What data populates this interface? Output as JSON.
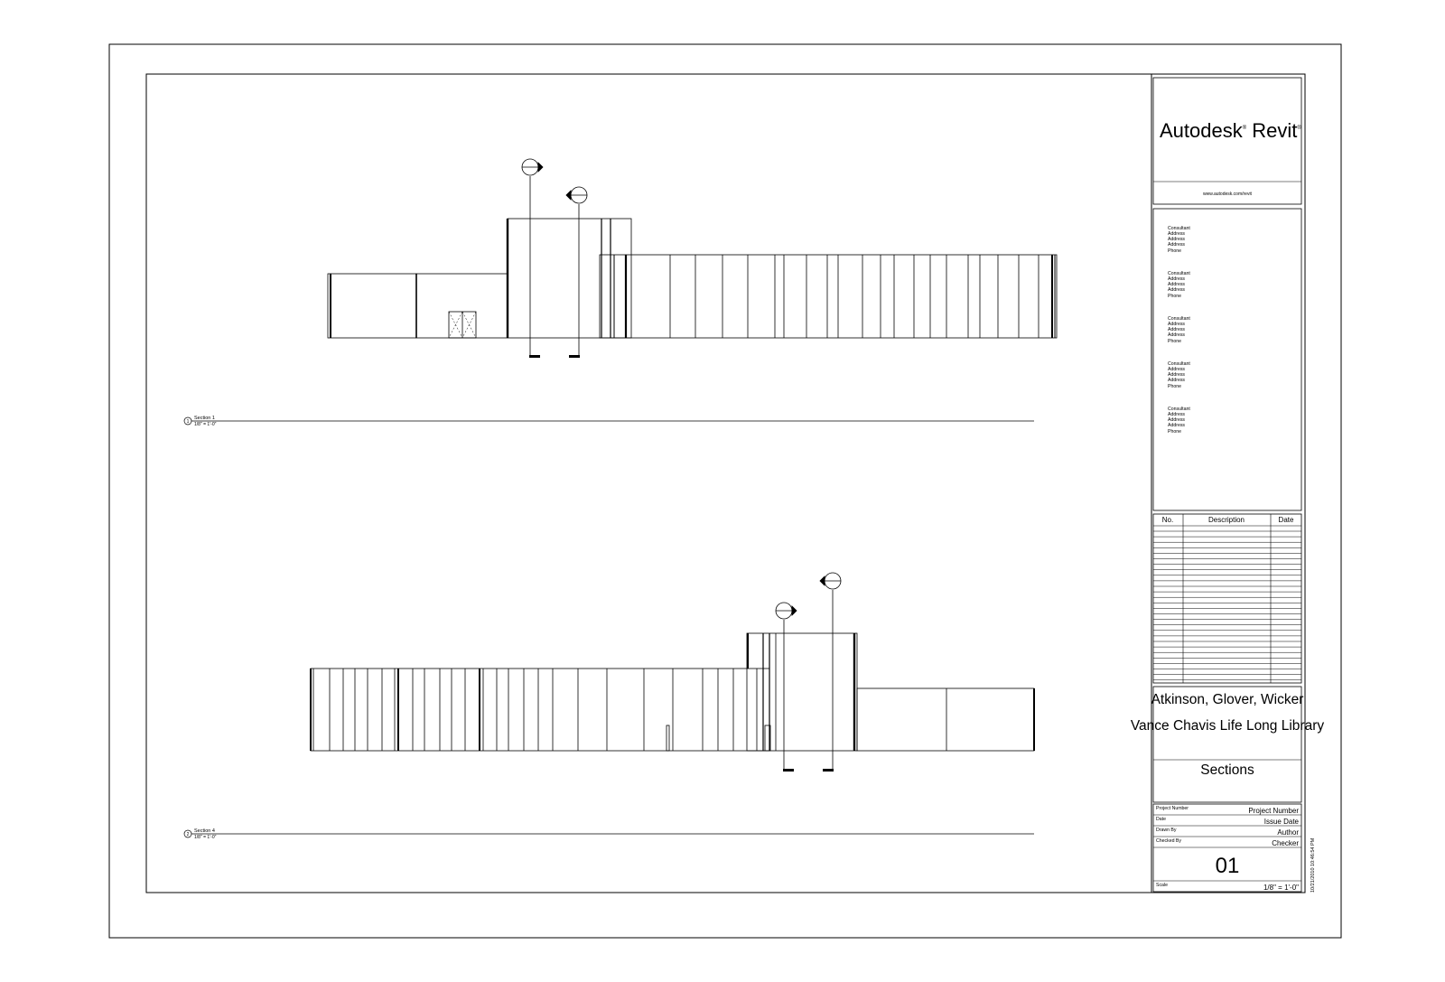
{
  "title_block": {
    "logo": {
      "brand": "Autodesk",
      "product": "Revit",
      "mark": "®"
    },
    "url": "www.autodesk.com/revit",
    "consultants": [
      {
        "name": "Consultant",
        "address_lines": [
          "Address",
          "Address",
          "Address"
        ],
        "phone": "Phone"
      },
      {
        "name": "Consultant",
        "address_lines": [
          "Address",
          "Address",
          "Address"
        ],
        "phone": "Phone"
      },
      {
        "name": "Consultant",
        "address_lines": [
          "Address",
          "Address",
          "Address"
        ],
        "phone": "Phone"
      },
      {
        "name": "Consultant",
        "address_lines": [
          "Address",
          "Address",
          "Address"
        ],
        "phone": "Phone"
      },
      {
        "name": "Consultant",
        "address_lines": [
          "Address",
          "Address",
          "Address"
        ],
        "phone": "Phone"
      }
    ],
    "revisions": {
      "headers": [
        "No.",
        "Description",
        "Date"
      ],
      "rows": []
    },
    "firm": "Atkinson, Glover, Wicker",
    "project_name": "Vance Chavis Life Long Library",
    "sheet_name": "Sections",
    "fields": [
      {
        "label": "Project Number",
        "value": "Project Number"
      },
      {
        "label": "Date",
        "value": "Issue Date"
      },
      {
        "label": "Drawn By",
        "value": "Author"
      },
      {
        "label": "Checked By",
        "value": "Checker"
      }
    ],
    "sheet_number": "01",
    "scale": {
      "label": "Scale",
      "value": "1/8\" = 1'-0\""
    },
    "timestamp": "10/21/2010 10:46:54 PM"
  },
  "views": [
    {
      "number": "1",
      "name": "Section 1",
      "scale": "1/8\" = 1'-0\""
    },
    {
      "number": "2",
      "name": "Section 4",
      "scale": "1/8\" = 1'-0\""
    }
  ]
}
